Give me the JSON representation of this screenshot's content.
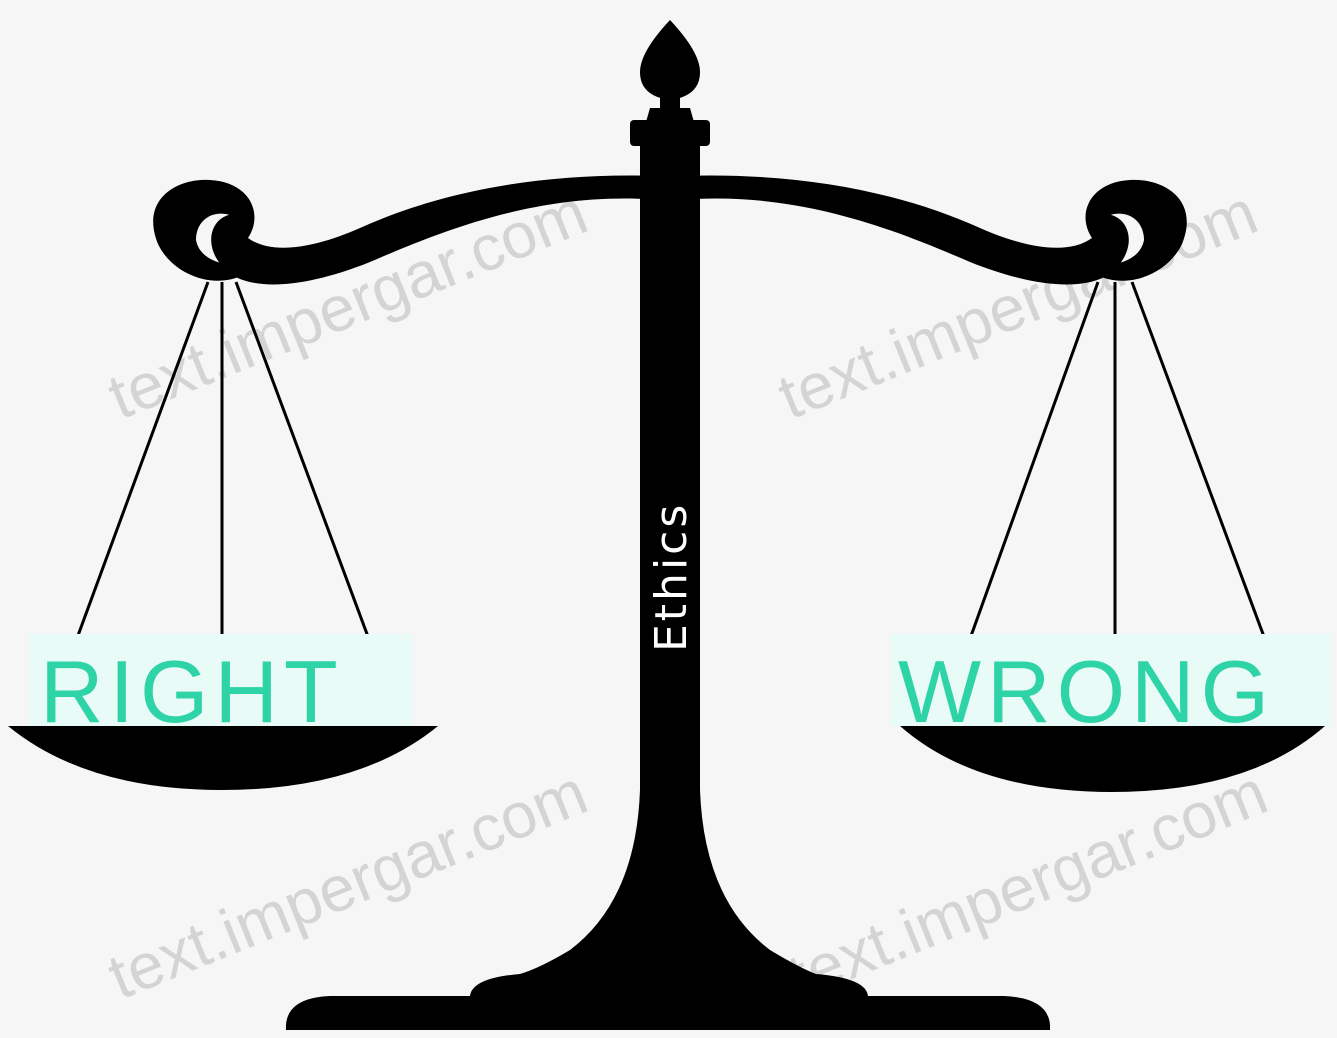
{
  "image": {
    "pillar_label": "Ethics",
    "left_pan_label": "RIGHT",
    "right_pan_label": "WRONG",
    "watermark_text": "text.impergar.com"
  },
  "colors": {
    "background": "#f6f6f6",
    "silhouette": "#000000",
    "label_fill": "#2fd3a8",
    "label_highlight": "#e9fbf6",
    "pillar_text": "#ffffff",
    "watermark": "#c9c9c9"
  },
  "icons": [
    "balance-scale-icon"
  ]
}
